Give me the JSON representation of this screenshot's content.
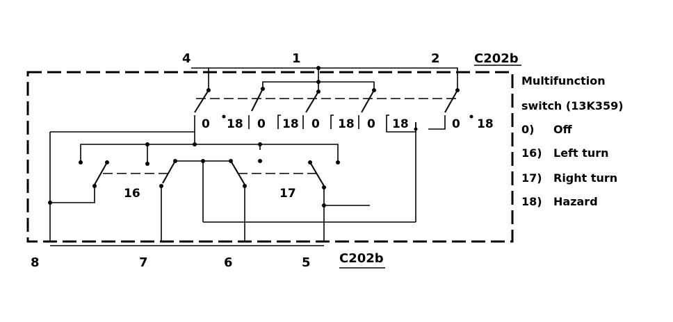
{
  "connectors": {
    "top": "C202b",
    "bottom": "C202b"
  },
  "top_pins": [
    "4",
    "1",
    "2"
  ],
  "bottom_pins": [
    "8",
    "7",
    "6",
    "5"
  ],
  "contact_labels": {
    "c1": "0",
    "c2": "18",
    "c3": "0",
    "c4": "18",
    "c5": "0",
    "c6": "18",
    "c7": "0",
    "c8": "18",
    "c9": "0",
    "c10": "18"
  },
  "section_labels": [
    "16",
    "17"
  ],
  "component": {
    "line1": "Multifunction",
    "line2": "switch (13K359)"
  },
  "legend": [
    {
      "key": "0)",
      "text": "Off"
    },
    {
      "key": "16)",
      "text": "Left turn"
    },
    {
      "key": "17)",
      "text": "Right turn"
    },
    {
      "key": "18)",
      "text": "Hazard"
    }
  ]
}
